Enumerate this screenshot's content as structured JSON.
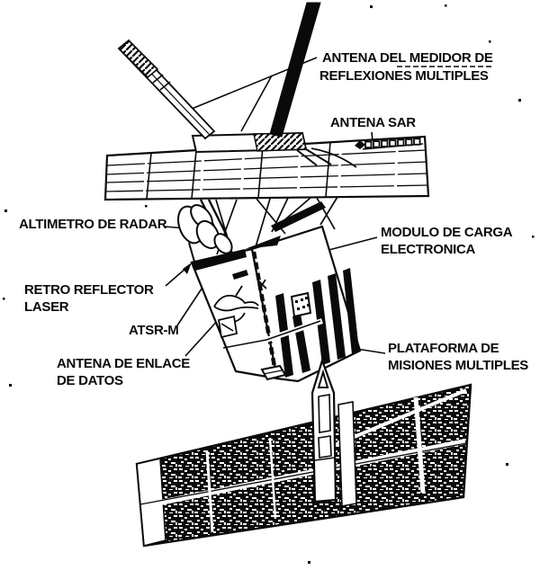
{
  "figure": {
    "description": "Scanned line diagram of an Earth-observation satellite with Spanish instrument callouts",
    "paper_color": "#ffffff",
    "ink_color": "#0a0a0a"
  },
  "labels": {
    "medidor": {
      "line1_prefix": "ANTENA DEL ",
      "line1_emphasis": "MEDIDOR DE",
      "line2": "REFLEXIONES MULTIPLES"
    },
    "sar": {
      "text": "ANTENA SAR"
    },
    "altimetro": {
      "text": "ALTIMETRO DE RADAR"
    },
    "retro_reflector": {
      "line1": "RETRO REFLECTOR",
      "line2": "LASER"
    },
    "atsr": {
      "text": "ATSR-M"
    },
    "enlace": {
      "line1": "ANTENA DE ENLACE",
      "line2": "DE DATOS"
    },
    "modulo": {
      "line1": "MODULO DE CARGA",
      "line2": "ELECTRONICA"
    },
    "plataforma": {
      "line1": "PLATAFORMA DE",
      "line2": "MISIONES MULTIPLES"
    }
  }
}
